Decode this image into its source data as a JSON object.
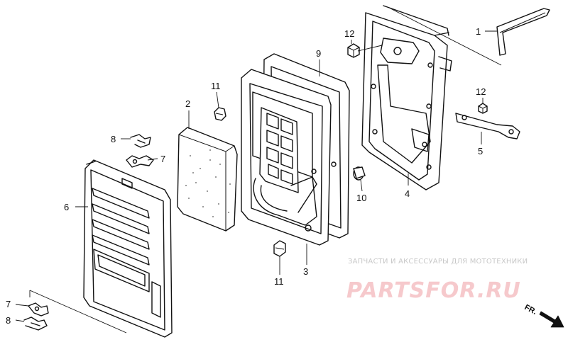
{
  "callouts": [
    {
      "id": "c1",
      "label": "1"
    },
    {
      "id": "c2",
      "label": "2"
    },
    {
      "id": "c3",
      "label": "3"
    },
    {
      "id": "c4",
      "label": "4"
    },
    {
      "id": "c5",
      "label": "5"
    },
    {
      "id": "c6",
      "label": "6"
    },
    {
      "id": "c7a",
      "label": "7"
    },
    {
      "id": "c7b",
      "label": "7"
    },
    {
      "id": "c8a",
      "label": "8"
    },
    {
      "id": "c8b",
      "label": "8"
    },
    {
      "id": "c9",
      "label": "9"
    },
    {
      "id": "c10",
      "label": "10"
    },
    {
      "id": "c11a",
      "label": "11"
    },
    {
      "id": "c11b",
      "label": "11"
    },
    {
      "id": "c12a",
      "label": "12"
    },
    {
      "id": "c12b",
      "label": "12"
    }
  ],
  "watermark": {
    "subtitle": "ЗАПЧАСТИ И АКСЕССУАРЫ ДЛЯ МОТОТЕХНИКИ",
    "brand": "PARTSFOR.RU",
    "color": "#f6c9cc"
  },
  "direction": {
    "label": "FR."
  }
}
